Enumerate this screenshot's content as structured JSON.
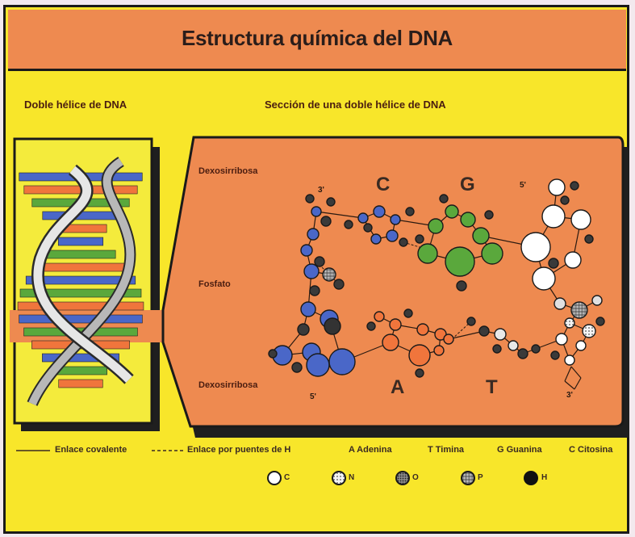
{
  "title": "Estructura química del DNA",
  "subtitles": {
    "left": "Doble hélice de DNA",
    "right": "Sección de una doble hélice de DNA"
  },
  "labels": {
    "deoxy_top": "Dexosirribosa",
    "phosphate": "Fosfato",
    "deoxy_bottom": "Dexosirribosa",
    "prime3_top": "3'",
    "prime5_top": "5'",
    "prime5_bottom": "5'",
    "prime3_bottom": "3'",
    "base_c": "C",
    "base_g": "G",
    "base_a": "A",
    "base_t": "T"
  },
  "legend": {
    "covalent": "Enlace covalente",
    "hydrogen": "Enlace por puentes de H",
    "adenina": "A Adenina",
    "timina": "T Timina",
    "guanina": "G Guanina",
    "citosina": "C Citosina"
  },
  "atom_key": [
    {
      "symbol": "C",
      "style": "carbon"
    },
    {
      "symbol": "N",
      "style": "nitrogen"
    },
    {
      "symbol": "O",
      "style": "oxygen"
    },
    {
      "symbol": "P",
      "style": "phosphorus"
    },
    {
      "symbol": "H",
      "style": "hydrogen"
    }
  ],
  "colors": {
    "background": "#f8e62a",
    "header": "#ee8a50",
    "panel": "#ee8a50",
    "cytosine": "#4a67c8",
    "guanine": "#5aa83c",
    "adenine": "#f0753c",
    "thymine": "#d8d8d8",
    "backbone": "#b8b8b8"
  }
}
